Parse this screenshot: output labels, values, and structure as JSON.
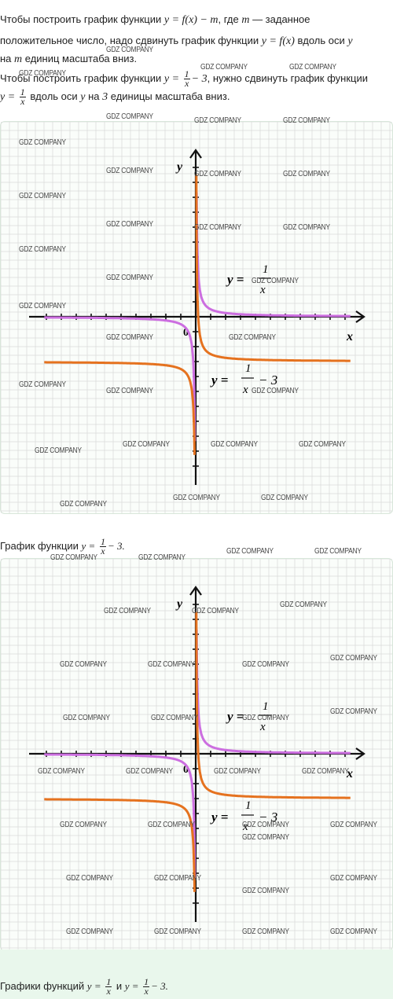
{
  "intro": {
    "line1_a": "Чтобы построить график функции ",
    "line1_math": "y = f(x) − m",
    "line1_b": ", где ",
    "line1_m": "m",
    "line1_c": " — заданное",
    "line2_a": "положительное число, надо сдвинуть график функции ",
    "line2_math": "y = f(x)",
    "line2_b": " вдоль оси ",
    "line2_y": "y",
    "line3_a": "на ",
    "line3_m": "m",
    "line3_b": " единиц масштаба вниз.",
    "line4_a": "Чтобы построить график функции ",
    "line4_y": "y =",
    "line4_num": "1",
    "line4_den": "x",
    "line4_minus": "− 3",
    "line4_b": ", нужно сдвинуть график функции",
    "line5_y": "y =",
    "line5_num": "1",
    "line5_den": "x",
    "line5_a": " вдоль оси ",
    "line5_yax": "y",
    "line5_b": " на ",
    "line5_three": "3",
    "line5_c": " единицы масштаба вниз."
  },
  "graph": {
    "axis_x_label": "x",
    "axis_y_label": "y",
    "origin_label": "0",
    "label1_y": "y =",
    "label1_num": "1",
    "label1_den": "x",
    "label2_y": "y =",
    "label2_num": "1",
    "label2_den": "x",
    "label2_minus": "− 3",
    "colors": {
      "purple": "#cc6ee0",
      "orange": "#e5721f",
      "grid": "#d9d9d9",
      "axis": "#111111"
    }
  },
  "caption1": {
    "a": "График функции ",
    "y": "y =",
    "num": "1",
    "den": "x",
    "minus": "− 3."
  },
  "caption2": {
    "a": "Графики функций ",
    "y1": "y =",
    "num1": "1",
    "den1": "x",
    "and": " и ",
    "y2": "y =",
    "num2": "1",
    "den2": "x",
    "minus": "− 3."
  },
  "watermark": "GDZ COMPANY"
}
